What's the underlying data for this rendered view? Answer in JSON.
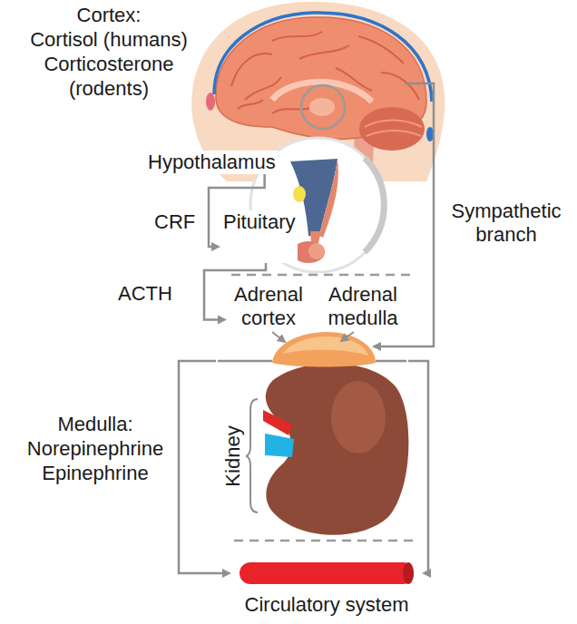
{
  "diagram": {
    "nodes": [
      {
        "text": [
          "Hypothalamus"
        ]
      },
      {
        "text": [
          "Pituitary"
        ]
      },
      {
        "text": [
          "Adrenal cortex"
        ]
      },
      {
        "text": [
          "Adrenal medulla"
        ]
      },
      {
        "text": [
          "Kidney"
        ]
      },
      {
        "text": [
          "Circulatory system"
        ]
      }
    ],
    "edges": [
      {
        "from": 0,
        "to": 1,
        "label": "CRF",
        "arrow": "to"
      },
      {
        "from": 1,
        "to": 2,
        "label": "ACTH",
        "arrow": "to"
      },
      {
        "from": 4,
        "to": 5,
        "arrow": "to"
      },
      {
        "from": 4,
        "to": 5,
        "arrow": "to"
      }
    ],
    "labels": [
      "Cortex:",
      "Cortisol (humans) Corticosterone (rodents)",
      "Sympathetic branch",
      "Medulla: Norepinephrine Epinephrine"
    ]
  }
}
